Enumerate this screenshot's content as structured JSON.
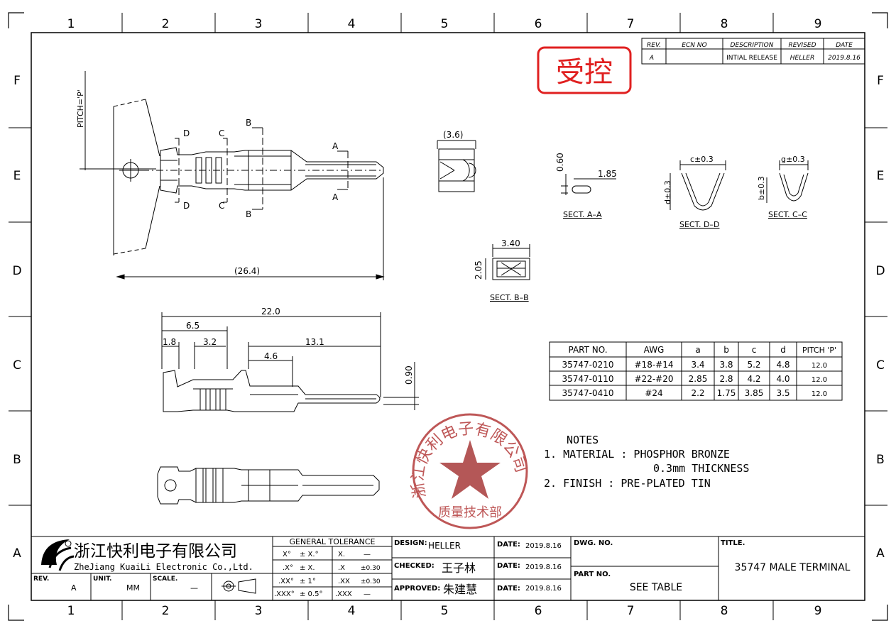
{
  "frame": {
    "columns": [
      "1",
      "2",
      "3",
      "4",
      "5",
      "6",
      "7",
      "8",
      "9"
    ],
    "rows": [
      "F",
      "E",
      "D",
      "C",
      "B",
      "A"
    ]
  },
  "revision_block": {
    "headers": [
      "REV.",
      "ECN NO",
      "DESCRIPTION",
      "REVISED",
      "DATE"
    ],
    "row": [
      "A",
      "",
      "INTIAL RELEASE",
      "HELLER",
      "2019.8.16"
    ]
  },
  "controlled_stamp": "受控",
  "views": {
    "pitch_label": "PITCH='P'",
    "overall_length": "(26.4)",
    "section_marks": [
      "A",
      "A",
      "B",
      "B",
      "C",
      "C",
      "D",
      "D"
    ],
    "end_view_width": "(3.6)",
    "sect_aa": {
      "label": "SECT. A–A",
      "height": "0.60",
      "width": "1.85"
    },
    "sect_dd": {
      "label": "SECT. D–D",
      "top": "c±0.3",
      "side": "d±0.3"
    },
    "sect_cc": {
      "label": "SECT. C–C",
      "top": "g±0.3",
      "side": "b±0.3"
    },
    "sect_bb": {
      "label": "SECT. B–B",
      "width": "3.40",
      "height": "2.05"
    },
    "side_dims": {
      "total": "22.0",
      "d1": "6.5",
      "d2": "1.8",
      "d3": "3.2",
      "d4": "13.1",
      "d5": "4.6",
      "thk": "0.90"
    }
  },
  "part_table": {
    "headers": [
      "PART NO.",
      "AWG",
      "a",
      "b",
      "c",
      "d",
      "PITCH 'P'"
    ],
    "rows": [
      [
        "35747-0210",
        "#18-#14",
        "3.4",
        "3.8",
        "5.2",
        "4.8",
        "12.0"
      ],
      [
        "35747-0110",
        "#22-#20",
        "2.85",
        "2.8",
        "4.2",
        "4.0",
        "12.0"
      ],
      [
        "35747-0410",
        "#24",
        "2.2",
        "1.75",
        "3.85",
        "3.5",
        "12.0"
      ]
    ]
  },
  "notes": {
    "title": "NOTES",
    "lines": [
      "1. MATERIAL : PHOSPHOR BRONZE",
      "0.3mm THICKNESS",
      "2. FINISH : PRE-PLATED TIN"
    ]
  },
  "seal": {
    "ring_text": "浙江快利电子有限公司",
    "center_text": "质量技术部"
  },
  "title_block": {
    "company_cn": "浙江快利电子有限公司",
    "company_en": "ZheJiang KuaiLi Electronic Co.,Ltd.",
    "tolerance_title": "GENERAL TOLERANCE",
    "tolerance_left": [
      [
        "X°",
        "± X.°"
      ],
      [
        ".X°",
        "± X."
      ],
      [
        ".XX°",
        "± 1°"
      ],
      [
        ".XXX°",
        "± 0.5°"
      ]
    ],
    "tolerance_right": [
      [
        "X.",
        "—"
      ],
      [
        ".X",
        "±0.30"
      ],
      [
        ".XX",
        "±0.30"
      ],
      [
        ".XXX",
        "—"
      ]
    ],
    "design_label": "DESIGN:",
    "design_value": "HELLER",
    "checked_label": "CHECKED:",
    "checked_value": "王子林",
    "approved_label": "APPROVED:",
    "approved_value": "朱建慧",
    "date_label": "DATE:",
    "date_value": "2019.8.16",
    "dwg_label": "DWG. NO.",
    "dwg_value": "",
    "part_label": "PART NO.",
    "part_value": "SEE TABLE",
    "title_label": "TITLE.",
    "title_value": "35747 MALE TERMINAL",
    "rev_label": "REV.",
    "rev_value": "A",
    "unit_label": "UNIT.",
    "unit_value": "MM",
    "scale_label": "SCALE.",
    "scale_value": "—"
  },
  "colors": {
    "stamp_red": "#e02020",
    "seal_red": "#b33a3a",
    "line": "#000000"
  }
}
